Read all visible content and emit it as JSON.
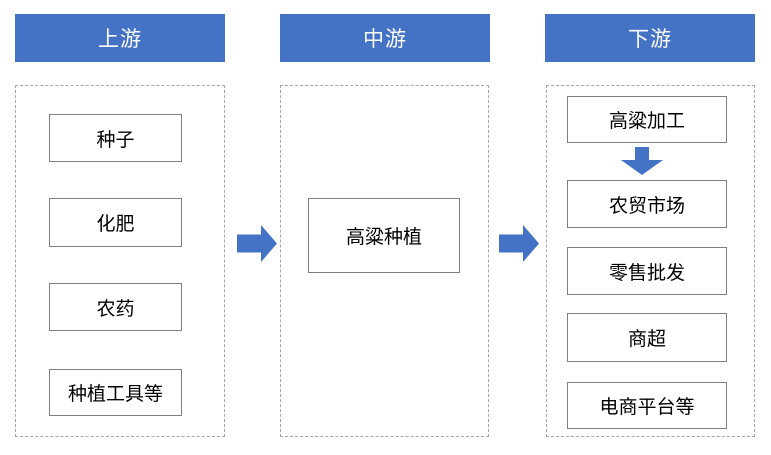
{
  "diagram": {
    "columns": [
      {
        "header": "上游",
        "items": [
          "种子",
          "化肥",
          "农药",
          "种植工具等"
        ]
      },
      {
        "header": "中游",
        "items": [
          "高粱种植"
        ]
      },
      {
        "header": "下游",
        "items": [
          "高粱加工",
          "农贸市场",
          "零售批发",
          "商超",
          "电商平台等"
        ]
      }
    ],
    "icons": {
      "right_arrow": "right-arrow-icon",
      "down_arrow": "down-arrow-icon"
    },
    "colors": {
      "accent_blue": "#4472C4",
      "header_text": "#FFFFFF",
      "box_border": "#808080",
      "container_border": "#A6A6A6",
      "box_text": "#000000"
    }
  }
}
